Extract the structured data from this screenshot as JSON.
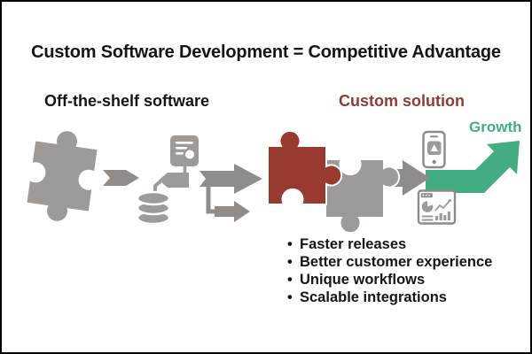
{
  "title": "Custom Software Development = Competitive Advantage",
  "sections": {
    "left_label": "Off-the-shelf software",
    "right_label": "Custom solution",
    "growth_label": "Growth"
  },
  "benefits": [
    "Faster releases",
    "Better customer experience",
    "Unique workflows",
    "Scalable integrations"
  ],
  "icons": {
    "left_flow": [
      "puzzle-piece-icon",
      "chevron-arrow-icon",
      "document-icon",
      "database-icon",
      "branch-arrow-icon"
    ],
    "right_flow": [
      "red-puzzle-piece-icon",
      "gray-puzzle-piece-icon",
      "connector-arrow-icon",
      "smartphone-app-icon",
      "growth-arrow-icon",
      "analytics-dashboard-icon"
    ]
  },
  "colors": {
    "accent_red": "#8e3b34",
    "puzzle_red": "#993a31",
    "shape_gray": "#9d9a97",
    "arrow_gray": "#8f8c89",
    "icon_gray": "#8d8a87",
    "accent_green": "#42ad83",
    "text_black": "#151515"
  }
}
